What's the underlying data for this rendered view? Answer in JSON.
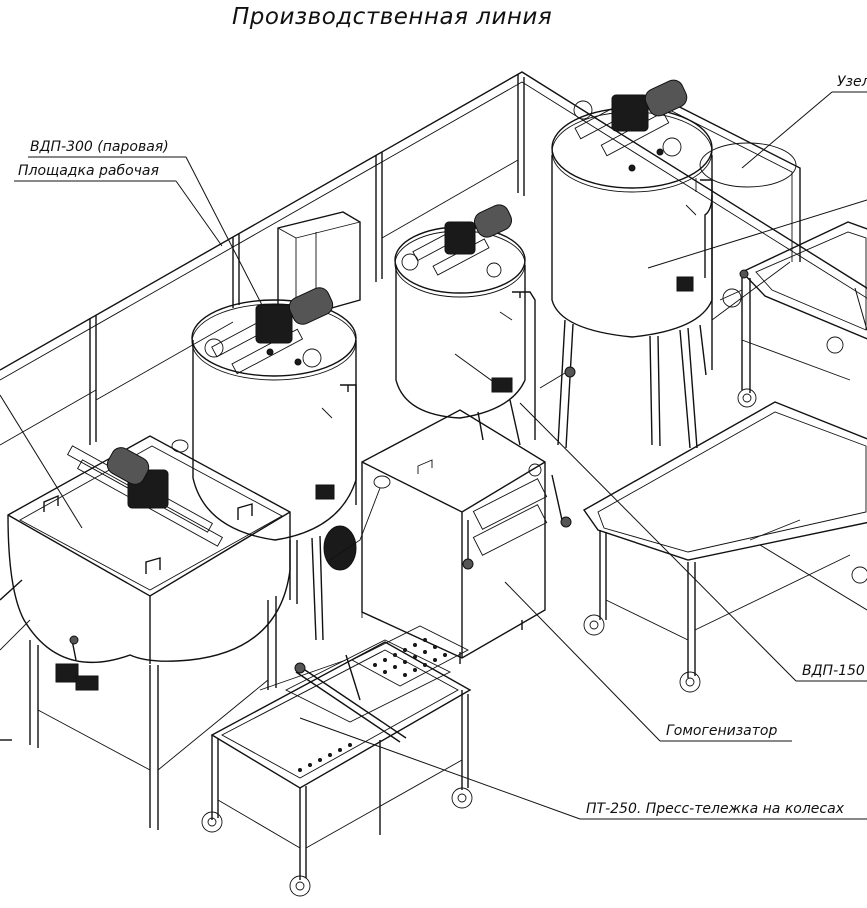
{
  "title": "Производственная линия",
  "callouts": {
    "vdp300": "ВДП-300 (паровая)",
    "platform": "Площадка рабочая",
    "node": "Узел",
    "vdp150": "ВДП-150",
    "homogenizer": "Гомогенизатор",
    "press_cart": "ПТ-250. Пресс-тележка на колесах"
  }
}
